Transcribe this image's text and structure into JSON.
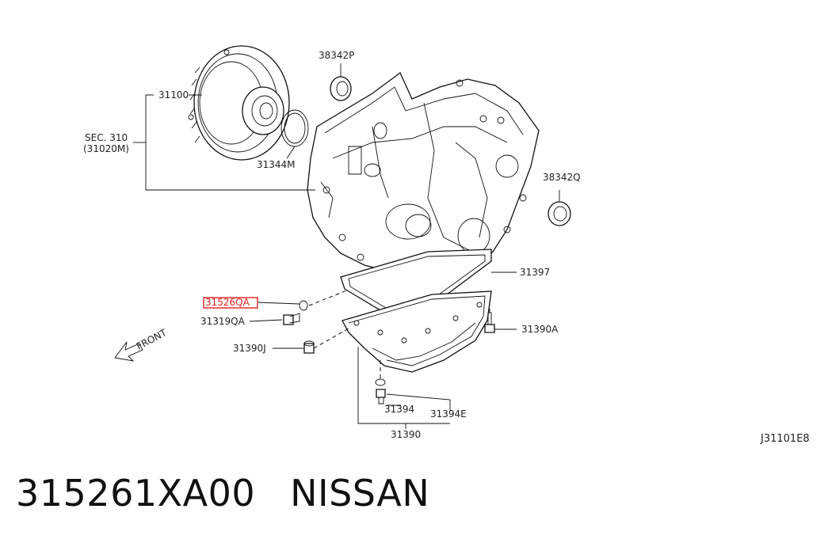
{
  "labels": {
    "p31100": "31100",
    "sec310": "SEC. 310",
    "sec310_sub": "(31020M)",
    "p38342p": "38342P",
    "p31344m": "31344M",
    "p38342q": "38342Q",
    "p31397": "31397",
    "p31526qa": "31526QA",
    "p31319qa": "31319QA",
    "p31390j": "31390J",
    "p31390a": "31390A",
    "p31394": "31394",
    "p31394e": "31394E",
    "p31390": "31390",
    "front": "FRONT",
    "diagram_code": "J31101E8"
  },
  "highlight_color": "#e02020",
  "caption": {
    "part_number": "315261XA00",
    "brand": "NISSAN"
  }
}
